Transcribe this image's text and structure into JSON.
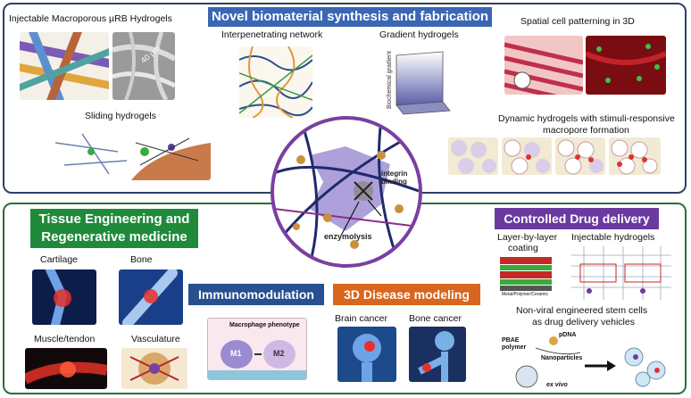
{
  "top": {
    "banner": "Novel biomaterial synthesis and fabrication",
    "items": {
      "macroporous": "Injectable Macroporous  µRB Hydrogels",
      "scale": "40 µm",
      "ipn": "Interpenetrating network",
      "gradient": "Gradient hydrogels",
      "gradient_axis": "Biochemical gradient",
      "spatial": "Spatial cell patterning in 3D",
      "sliding": "Sliding hydrogels",
      "dynamic_line1": "Dynamic hydrogels with stimuli-responsive",
      "dynamic_line2": "macropore formation"
    }
  },
  "center": {
    "integrin": "integrin binding",
    "enzymolysis": "enzymolysis"
  },
  "bottom": {
    "tissue_banner_line1": "Tissue Engineering and",
    "tissue_banner_line2": "Regenerative medicine",
    "cartilage": "Cartilage",
    "bone": "Bone",
    "muscle": "Muscle/tendon",
    "vasculature": "Vasculature",
    "immuno_banner": "Immunomodulation",
    "macrophage_title": "Macrophage phenotype",
    "m1": "M1",
    "m2": "M2",
    "disease_banner": "3D Disease modeling",
    "brain": "Brain cancer",
    "bone_cancer": "Bone cancer",
    "drug_banner": "Controlled Drug delivery",
    "lbl_line1": "Layer-by-layer",
    "lbl_line2": "coating",
    "injectable": "Injectable hydrogels",
    "layer_caption": "Metal/Polymer/Ceramic",
    "nonviral_line1": "Non-viral engineered stem cells",
    "nonviral_line2": "as drug delivery vehicles",
    "pbae": "PBAE polymer",
    "pdna": "pDNA",
    "nanoparticles": "Nanoparticles",
    "exvivo": "ex vivo"
  },
  "colors": {
    "blue_banner": "#3a66b3",
    "green_banner": "#1f8a3a",
    "navy_banner": "#26508f",
    "orange_banner": "#d9661e",
    "purple_banner": "#6a3aa0",
    "top_border": "#2f3f6a",
    "bottom_border": "#2e6b3e",
    "hex_fill": "#a596d6",
    "circle_border": "#7a3fa0"
  }
}
